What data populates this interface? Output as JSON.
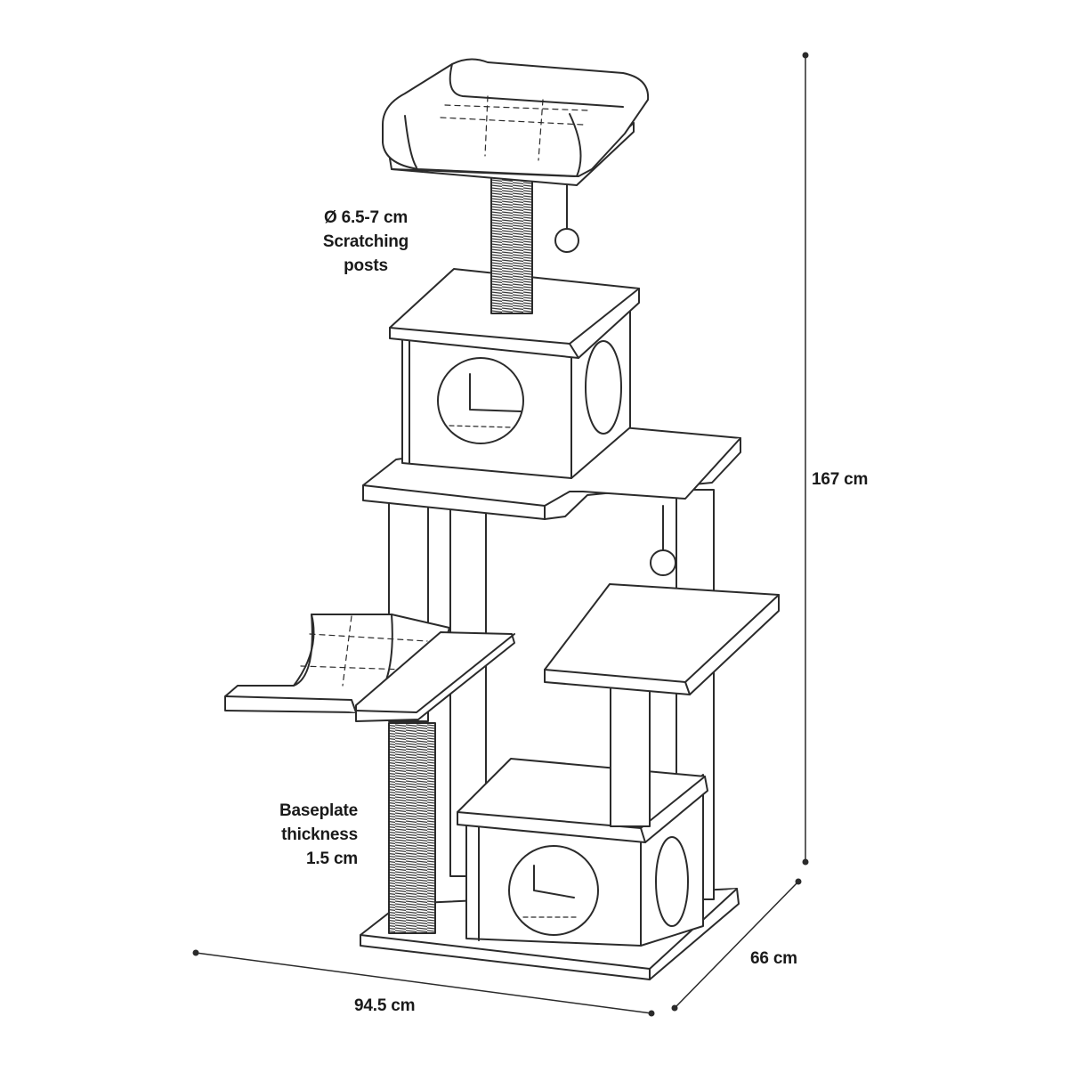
{
  "colors": {
    "line": "#2b2b2b",
    "fill": "#ffffff",
    "text": "#1a1a1a"
  },
  "labels": {
    "post_diameter": [
      "Ø 6.5-7 cm",
      "Scratching",
      "posts"
    ],
    "baseplate": [
      "Baseplate",
      "thickness",
      "1.5 cm"
    ],
    "height": "167 cm",
    "depth": "66 cm",
    "width": "94.5 cm"
  }
}
